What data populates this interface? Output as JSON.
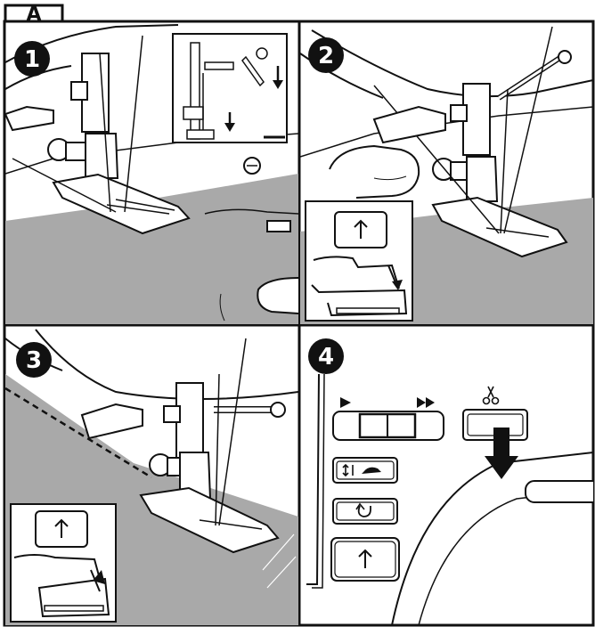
{
  "section_label": "A",
  "steps": [
    {
      "number": "1"
    },
    {
      "number": "2"
    },
    {
      "number": "3"
    },
    {
      "number": "4"
    }
  ],
  "icons": {
    "presser_foot_button": "arrow-up-icon",
    "thread_cutter_button": "scissors-icon",
    "speed_slider_slow": "play-icon",
    "speed_slider_fast": "fast-forward-icon",
    "needle_position_button": "needle-speed-icon",
    "reverse_button": "reverse-stitch-icon",
    "press_arrow": "down-arrow-icon"
  },
  "colors": {
    "fabric": "#a9a9a9",
    "line": "#111111",
    "background": "#ffffff"
  }
}
